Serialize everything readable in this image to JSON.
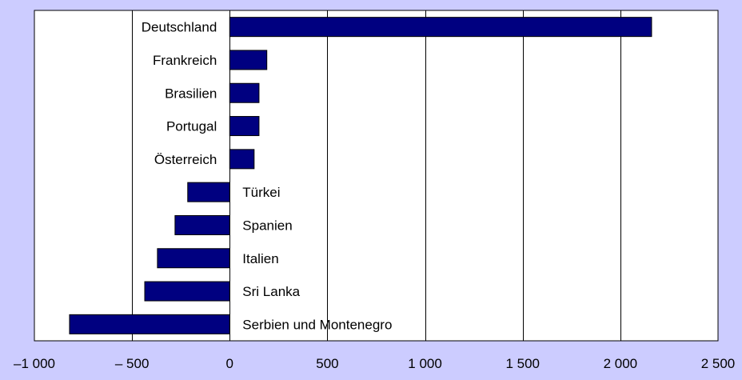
{
  "chart_data": {
    "type": "bar",
    "orientation": "horizontal",
    "categories": [
      "Deutschland",
      "Frankreich",
      "Brasilien",
      "Portugal",
      "Österreich",
      "Türkei",
      "Spanien",
      "Italien",
      "Sri Lanka",
      "Serbien und Montenegro"
    ],
    "values": [
      2160,
      190,
      150,
      150,
      125,
      -215,
      -280,
      -370,
      -435,
      -820
    ],
    "xlim": [
      -1000,
      2500
    ],
    "x_ticks": [
      -1000,
      -500,
      0,
      500,
      1000,
      1500,
      2000,
      2500
    ],
    "x_tick_labels": [
      "–1 000",
      "– 500",
      "0",
      "500",
      "1 000",
      "1 500",
      "2 000",
      "2 500"
    ],
    "grid": "vertical",
    "colors": {
      "background": "#ccccff",
      "plot_area": "#ffffff",
      "bar_fill": "#000080",
      "bar_stroke": "#000000",
      "grid": "#000000"
    }
  }
}
